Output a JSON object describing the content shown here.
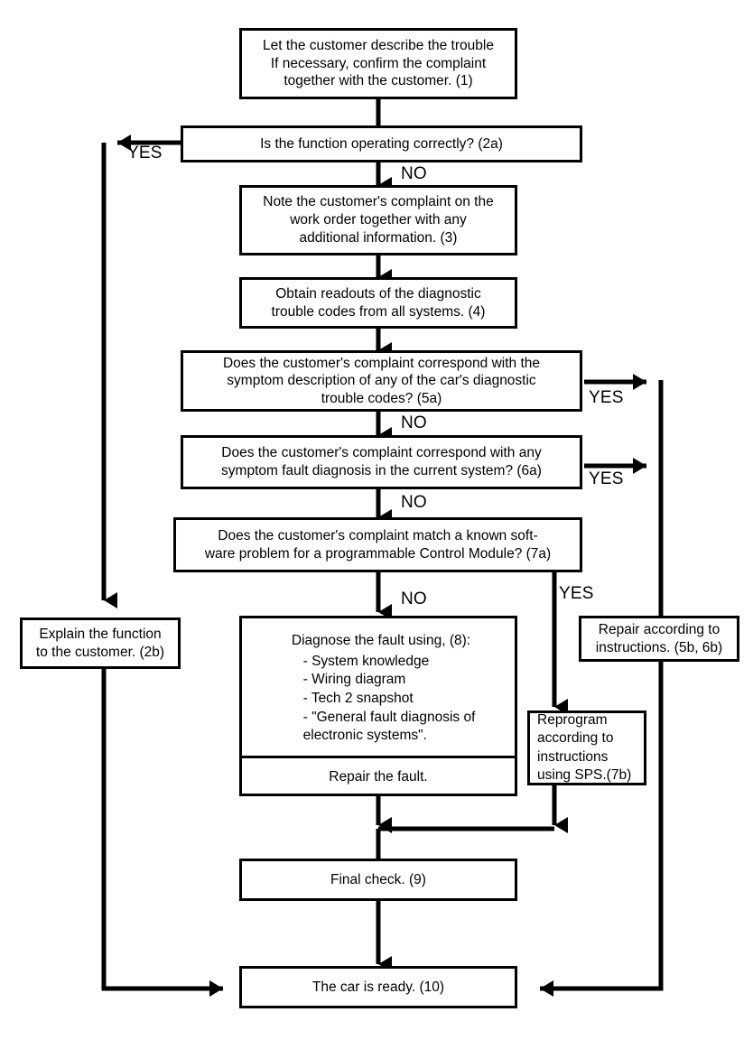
{
  "chart_data": {
    "type": "diagram",
    "title": "Fault diagnosis work flow chart",
    "diagram_kind": "flowchart",
    "nodes": [
      {
        "id": "n1",
        "ref": "(1)",
        "text": "Let the customer describe the trouble\nIf necessary, confirm the complaint\ntogether with the customer. (1)"
      },
      {
        "id": "n2a",
        "ref": "(2a)",
        "text": "Is the function operating correctly?   (2a)"
      },
      {
        "id": "n2b",
        "ref": "(2b)",
        "text": "Explain the function\nto the customer. (2b)"
      },
      {
        "id": "n3",
        "ref": "(3)",
        "text": "Note the customer's complaint on the\nwork order together with any\nadditional information.  (3)"
      },
      {
        "id": "n4",
        "ref": "(4)",
        "text": "Obtain readouts of the diagnostic\ntrouble codes from all systems. (4)"
      },
      {
        "id": "n5a",
        "ref": "(5a)",
        "text": "Does the customer's complaint correspond with the\nsymptom description of any of the car's diagnostic\ntrouble codes? (5a)"
      },
      {
        "id": "n6a",
        "ref": "(6a)",
        "text": "Does the customer's complaint correspond with any\nsymptom fault diagnosis in the current system? (6a)"
      },
      {
        "id": "n7a",
        "ref": "(7a)",
        "text": "Does the customer's complaint match a known soft-\nware problem for a programmable Control Module? (7a)"
      },
      {
        "id": "n56b",
        "ref": "(5b, 6b)",
        "text": "Repair according to\ninstructions. (5b, 6b)"
      },
      {
        "id": "n7b",
        "ref": "(7b)",
        "text": "Reprogram\naccording to\ninstructions\nusing SPS.(7b)"
      },
      {
        "id": "n8",
        "ref": "(8)",
        "title": "Diagnose the fault using, (8):",
        "items": [
          "-  System knowledge",
          "-  Wiring diagram",
          "-  Tech 2 snapshot",
          "-  \"General fault diagnosis of",
          "    electronic systems\"."
        ],
        "footer": "Repair the fault."
      },
      {
        "id": "n9",
        "ref": "(9)",
        "text": "Final check. (9)"
      },
      {
        "id": "n10",
        "ref": "(10)",
        "text": "The car is ready. (10)"
      }
    ],
    "edge_labels": [
      "YES",
      "NO",
      "NO",
      "YES",
      "NO",
      "YES",
      "NO",
      "YES"
    ],
    "edges": [
      {
        "from": "n1",
        "to": "n2a",
        "label": ""
      },
      {
        "from": "n2a",
        "to": "n2b",
        "label": "YES"
      },
      {
        "from": "n2a",
        "to": "n3",
        "label": "NO"
      },
      {
        "from": "n3",
        "to": "n4",
        "label": ""
      },
      {
        "from": "n4",
        "to": "n5a",
        "label": ""
      },
      {
        "from": "n5a",
        "to": "n56b",
        "label": "YES"
      },
      {
        "from": "n5a",
        "to": "n6a",
        "label": "NO"
      },
      {
        "from": "n6a",
        "to": "n56b",
        "label": "YES"
      },
      {
        "from": "n6a",
        "to": "n7a",
        "label": "NO"
      },
      {
        "from": "n7a",
        "to": "n7b",
        "label": "YES"
      },
      {
        "from": "n7a",
        "to": "n8",
        "label": "NO"
      },
      {
        "from": "n8",
        "to": "n9",
        "label": ""
      },
      {
        "from": "n7b",
        "to": "n9",
        "label": ""
      },
      {
        "from": "n9",
        "to": "n10",
        "label": ""
      },
      {
        "from": "n2b",
        "to": "n10",
        "label": ""
      },
      {
        "from": "n56b",
        "to": "n10",
        "label": ""
      }
    ],
    "colors": {
      "stroke": "#000000",
      "fill": "#ffffff",
      "text": "#000000"
    }
  },
  "nodes": {
    "n1": {
      "text": "Let the customer describe the trouble\nIf necessary, confirm the complaint\ntogether with the customer. (1)"
    },
    "n2a": {
      "text": "Is the function operating correctly?   (2a)"
    },
    "n2b": {
      "text": "Explain the function\nto the customer. (2b)"
    },
    "n3": {
      "text": "Note the customer's complaint on the\nwork order together with any\nadditional information.  (3)"
    },
    "n4": {
      "text": "Obtain readouts of the diagnostic\ntrouble codes from all systems. (4)"
    },
    "n5a": {
      "text": "Does the customer's complaint correspond with the\nsymptom description of any of the car's diagnostic\ntrouble codes? (5a)"
    },
    "n6a": {
      "text": "Does the customer's complaint correspond with any\nsymptom fault diagnosis in the current system? (6a)"
    },
    "n7a": {
      "text": "Does the customer's complaint match a known soft-\nware problem for a programmable Control Module? (7a)"
    },
    "n56b": {
      "text": "Repair according to\ninstructions. (5b, 6b)"
    },
    "n7b": {
      "text": "Reprogram\naccording to\ninstructions\nusing SPS.(7b)"
    },
    "n8": {
      "title": "Diagnose the fault using, (8):",
      "list": "-  System knowledge\n-  Wiring diagram\n-  Tech 2 snapshot\n-  \"General fault diagnosis of\n    electronic systems\".",
      "footer": "Repair the fault."
    },
    "n9": {
      "text": "Final check. (9)"
    },
    "n10": {
      "text": "The car is ready. (10)"
    }
  },
  "labels": {
    "yes_2a": "YES",
    "no_2a": "NO",
    "yes_5a": "YES",
    "no_5a": "NO",
    "yes_6a": "YES",
    "no_6a": "NO",
    "yes_7a": "YES",
    "no_7a": "NO"
  }
}
